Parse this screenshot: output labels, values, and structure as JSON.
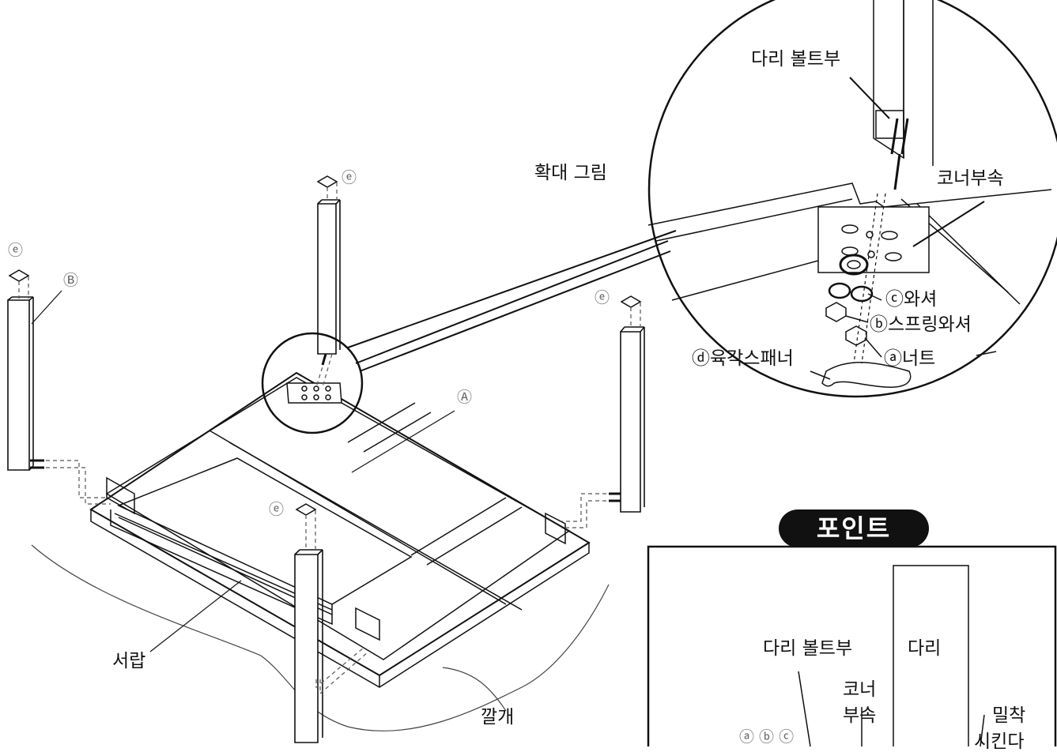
{
  "labels": {
    "leg_bolt": "다리 볼트부",
    "enlarged": "확대 그림",
    "corner_bracket": "코너부속",
    "washer": "ⓒ와셔",
    "spring_washer": "ⓑ스프링와셔",
    "hex_wrench": "ⓓ육각스패너",
    "nut": "ⓐ너트",
    "drawer": "서랍",
    "cushion": "깔개",
    "part_a": "Ⓐ",
    "part_b": "Ⓑ",
    "part_e": "ⓔ"
  },
  "point": {
    "title": "포인트",
    "leg_bolt": "다리 볼트부",
    "leg": "다리",
    "corner_line1": "코너",
    "corner_line2": "부속",
    "fasten_line1": "밀착",
    "fasten_line2": "시킨다",
    "parts": "ⓐ ⓑ ⓒ"
  }
}
